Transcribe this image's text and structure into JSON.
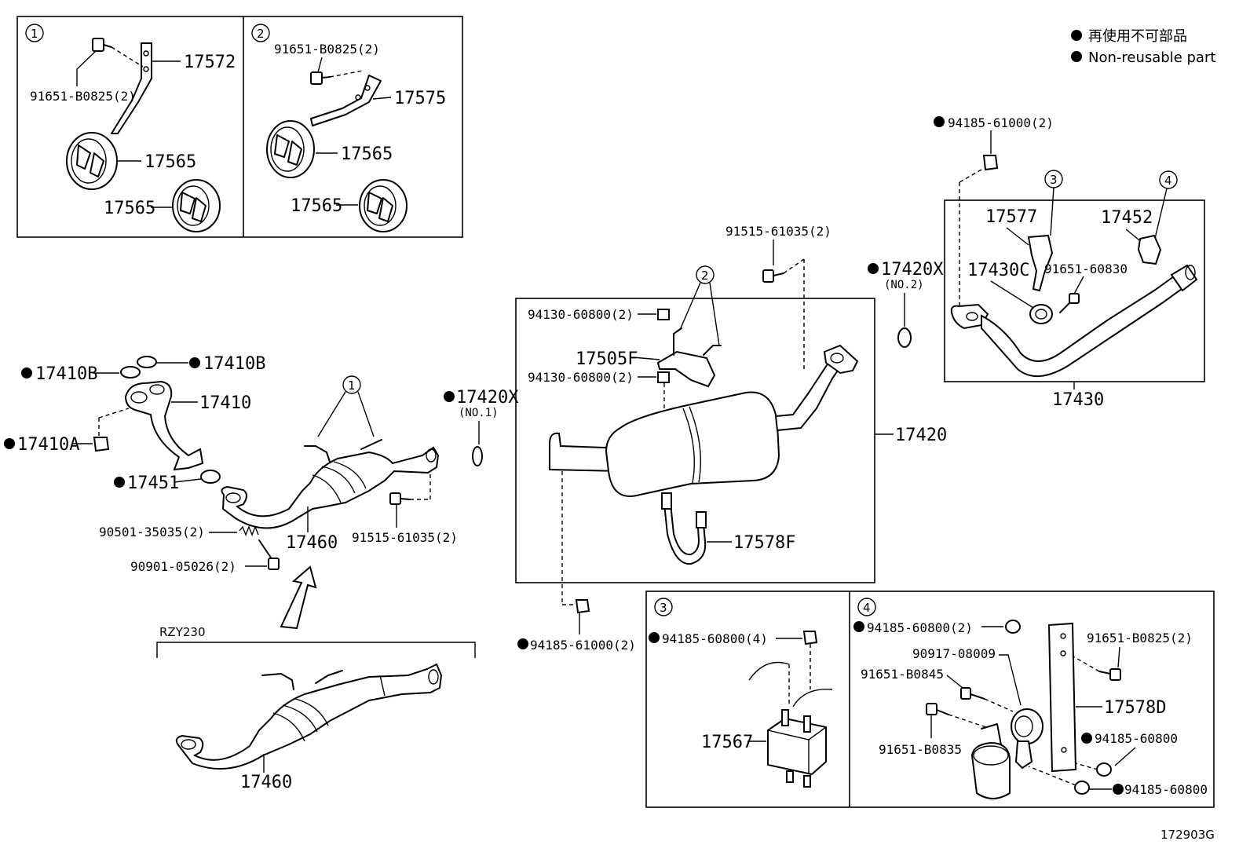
{
  "legend": {
    "dot_color": "#000000",
    "line1": "再使用不可部品",
    "line2": "Non-reusable part"
  },
  "figure_id": "172903G",
  "inset_boxes": {
    "b1": {
      "number": "1",
      "bolt": "91651-B0825(2)",
      "bracket": "17572",
      "cushion_a": "17565",
      "cushion_b": "17565"
    },
    "b2": {
      "number": "2",
      "bolt": "91651-B0825(2)",
      "bracket": "17575",
      "cushion_a": "17565",
      "cushion_b": "17565"
    },
    "b3": {
      "number": "3",
      "nut": "94185-60800(4)",
      "mount": "17567"
    },
    "b4": {
      "number": "4",
      "nut_top": "94185-60800(2)",
      "bolt_right": "91651-B0825(2)",
      "damper": "90917-08009",
      "bolt_a": "91651-B0845",
      "bracket": "17578D",
      "bolt_b": "91651-B0835",
      "nut_mid": "94185-60800",
      "nut_low": "94185-60800"
    }
  },
  "front_pipe": {
    "gasket_a": "17410B",
    "gasket_b": "17410B",
    "pipe": "17410",
    "nut": "17410A",
    "gasket_c": "17451",
    "circle_ref": "1",
    "converter": "17460",
    "spring": "90501-35035(2)",
    "bolt": "90901-05026(2)",
    "bolt_flange": "91515-61035(2)",
    "gasket_no1": "17420X",
    "no1": "(NO.1)"
  },
  "variant": {
    "model": "RZY230",
    "converter": "17460"
  },
  "center_pipe": {
    "bolt_top": "91515-61035(2)",
    "nut_a": "94130-60800(2)",
    "bracket": "17505F",
    "nut_b": "94130-60800(2)",
    "circle_ref": "2",
    "assembly": "17420",
    "band": "17578F",
    "nut_bottom": "94185-61000(2)",
    "gasket_no2": "17420X",
    "no2": "(NO.2)"
  },
  "tail_pipe": {
    "nut_top": "94185-61000(2)",
    "hanger": "17577",
    "circle_3": "3",
    "clamp": "17452",
    "circle_4": "4",
    "clamp_c": "17430C",
    "bolt": "91651-60830",
    "assembly": "17430"
  }
}
